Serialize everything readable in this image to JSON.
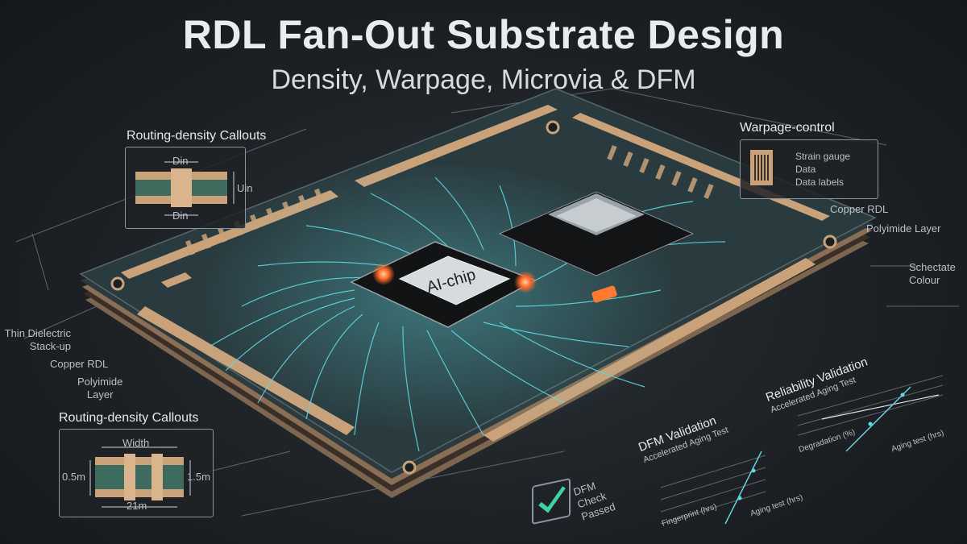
{
  "header": {
    "title": "RDL Fan-Out Substrate Design",
    "subtitle": "Density, Warpage, Microvia & DFM"
  },
  "chip": {
    "label": "AI-chip"
  },
  "callout_top_left": {
    "title": "Routing-density Callouts",
    "dim_top": "Din",
    "dim_bottom": "Din",
    "dim_side": "Uin"
  },
  "callout_bottom_left": {
    "title": "Routing-density Callouts",
    "dim_top": "Width",
    "dim_bottom": "21m",
    "dim_left": "0.5m",
    "dim_right": "1.5m"
  },
  "warpage": {
    "title": "Warpage-control",
    "legend": [
      "Strain gauge",
      "Data",
      "Data labels"
    ]
  },
  "right_labels": {
    "copper_rdl": "Copper RDL",
    "polyimide": "Polyimide Layer",
    "schectate": "Schectate\nColour"
  },
  "left_labels": {
    "thin_dielectric": "Thin Dielectric\nStack-up",
    "copper_rdl": "Copper RDL",
    "polyimide": "Polyimide\nLayer"
  },
  "dfm_check": {
    "text": "DFM\nCheck\nPassed"
  },
  "dfm_validation": {
    "title": "DFM Validation",
    "subtitle": "Accelerated Aging Test",
    "xlabel": "Aging test (hrs)",
    "ylabel": "Fingerprint (hrs)"
  },
  "reliability": {
    "title": "Reliability Validation",
    "subtitle": "Accelerated Aging Test",
    "xlabel": "Aging test (hrs)",
    "ylabel": "Degradation (%)"
  },
  "colors": {
    "background": "#1c2024",
    "board": "#2a3b3f",
    "copper": "#c9a27a",
    "trace": "#5fd6df",
    "hotspot": "#ff6a2a"
  }
}
